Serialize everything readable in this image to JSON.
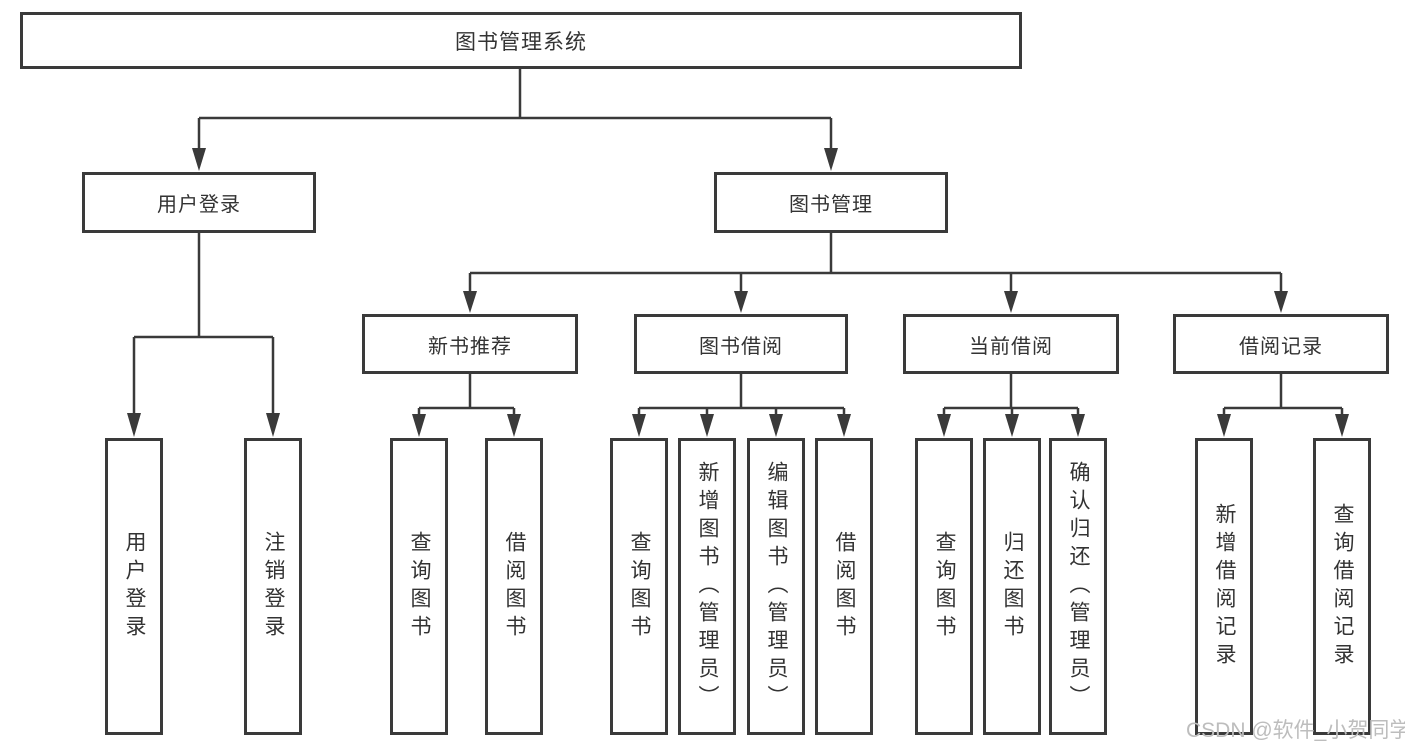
{
  "tree": {
    "label": "图书管理系统",
    "children": [
      {
        "label": "用户登录",
        "children": [
          {
            "label": "用户登录"
          },
          {
            "label": "注销登录"
          }
        ]
      },
      {
        "label": "图书管理",
        "children": [
          {
            "label": "新书推荐",
            "children": [
              {
                "label": "查询图书"
              },
              {
                "label": "借阅图书"
              }
            ]
          },
          {
            "label": "图书借阅",
            "children": [
              {
                "label": "查询图书"
              },
              {
                "label": "新增图书（管理员）"
              },
              {
                "label": "编辑图书（管理员）"
              },
              {
                "label": "借阅图书"
              }
            ]
          },
          {
            "label": "当前借阅",
            "children": [
              {
                "label": "查询图书"
              },
              {
                "label": "归还图书"
              },
              {
                "label": "确认归还（管理员）"
              }
            ]
          },
          {
            "label": "借阅记录",
            "children": [
              {
                "label": "新增借阅记录"
              },
              {
                "label": "查询借阅记录"
              }
            ]
          }
        ]
      }
    ]
  },
  "watermark": {
    "text": "CSDN @软件_小贺同学"
  },
  "colors": {
    "line": "#3a3a3a",
    "box_border": "#3a3a3a",
    "box_background": "#ffffff",
    "text": "#333333",
    "watermark": "#bdbdbd"
  }
}
